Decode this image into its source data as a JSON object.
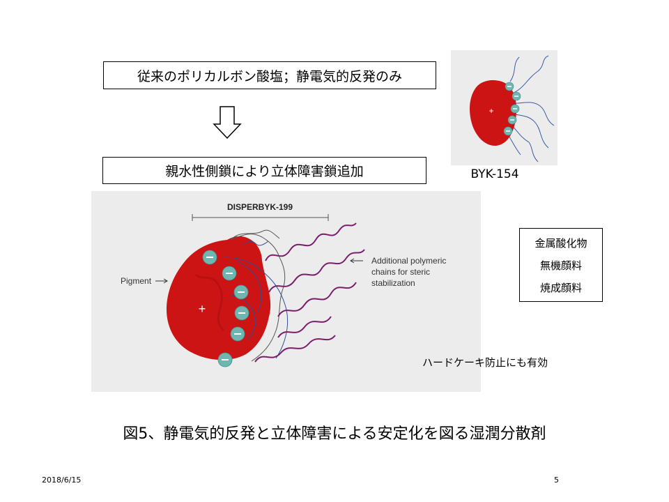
{
  "slide": {
    "box_conventional": "従来のポリカルボン酸塩；静電気的反発のみ",
    "box_steric": "親水性側鎖により立体障害鎖追加",
    "small_figure_label": "BYK-154",
    "large_figure": {
      "product_label": "DISPERBYK-199",
      "pigment_label": "Pigment",
      "chains_label_line1": "Additional polymeric",
      "chains_label_line2": "chains for steric",
      "chains_label_line3": "stabilization",
      "plus_sign": "+",
      "minus_sign": "−"
    },
    "pigment_types": [
      "金属酸化物",
      "無機顔料",
      "焼成顔料"
    ],
    "note": "ハードケーキ防止にも有効",
    "caption": "図5、静電気的反発と立体障害による安定化を図る湿潤分散剤",
    "footer_date": "2018/6/15",
    "footer_page": "5"
  },
  "colors": {
    "pigment_red": "#cc1414",
    "anion_teal": "#6fb5b0",
    "polymer_purple": "#7a1d6b",
    "anchor_blue": "#2f4f9c",
    "figure_bg": "#ececec"
  }
}
